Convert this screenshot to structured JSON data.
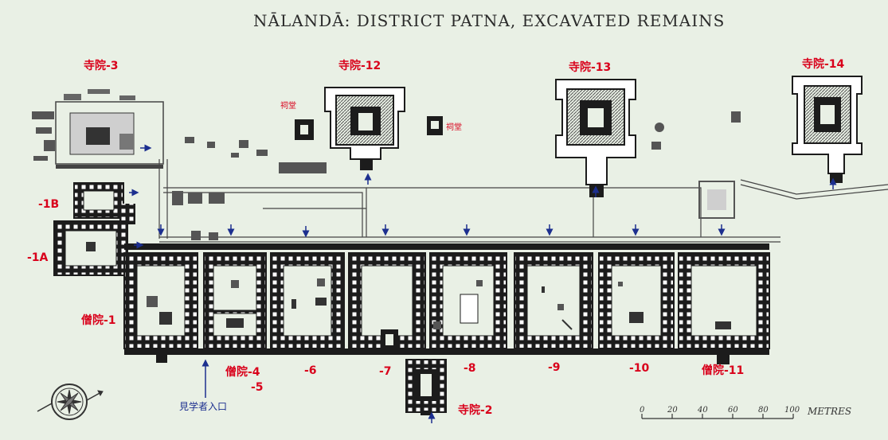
{
  "title": "NĀLANDĀ: DISTRICT PATNA, EXCAVATED REMAINS",
  "labels": {
    "temple3": "寺院-3",
    "temple12": "寺院-12",
    "temple13": "寺院-13",
    "temple14": "寺院-14",
    "temple2": "寺院-2",
    "shrine": "祠堂",
    "m1b": "-1B",
    "m1a": "-1A",
    "m1": "僧院-1",
    "m4": "僧院-4",
    "m5": "-5",
    "m6": "-6",
    "m7": "-7",
    "m8": "-8",
    "m9": "-9",
    "m10": "-10",
    "m11": "僧院-11",
    "entrance": "見学者入口"
  },
  "scale": {
    "ticks": [
      "0",
      "20",
      "40",
      "60",
      "80",
      "100"
    ],
    "unit": "METRES"
  },
  "colors": {
    "background": "#e9f0e5",
    "ink": "#1c1c1c",
    "plinth": "#5a5a5a",
    "cell": "#ffffff",
    "label_red": "#d9001b",
    "arrow_blue": "#1c2f8f"
  }
}
